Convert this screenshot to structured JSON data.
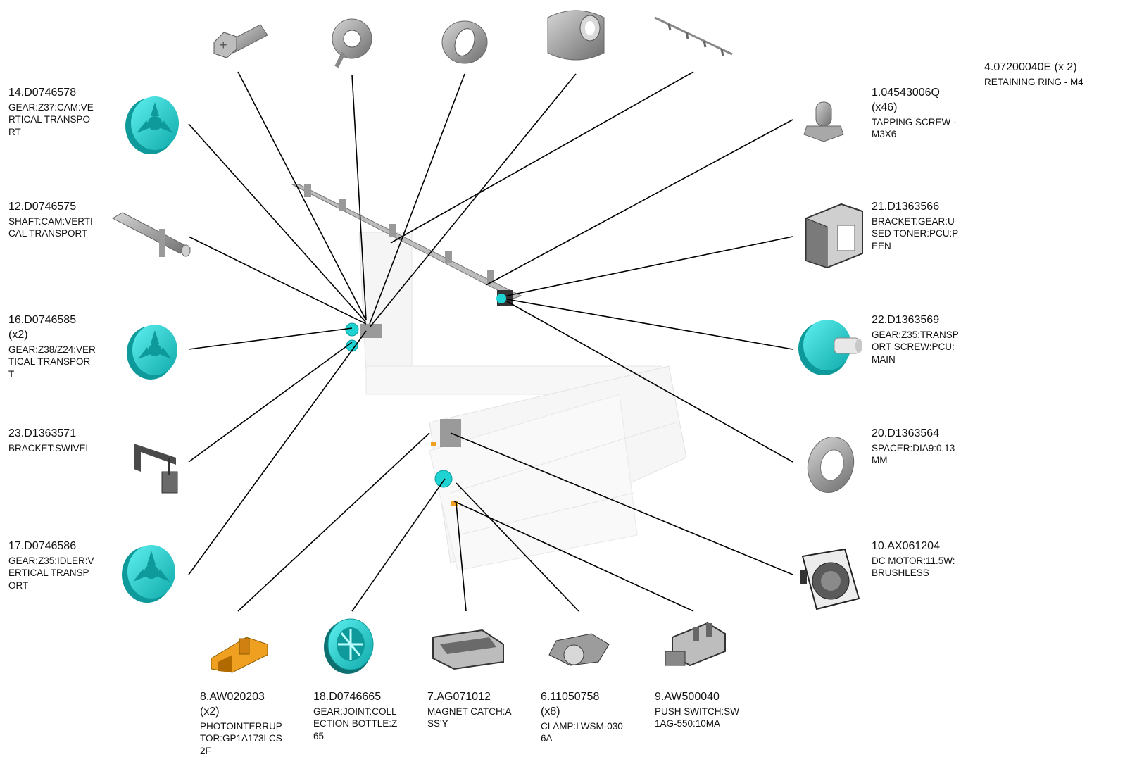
{
  "parts": [
    {
      "key": "p14",
      "number": "14.D0746578",
      "qty": "",
      "desc": "GEAR:Z37:CAM:VE\nRTICAL TRANSPO\nRT"
    },
    {
      "key": "p12",
      "number": "12.D0746575",
      "qty": "",
      "desc": "SHAFT:CAM:VERTI\nCAL TRANSPORT"
    },
    {
      "key": "p16",
      "number": "16.D0746585",
      "qty": "(x2)",
      "desc": "GEAR:Z38/Z24:VER\nTICAL TRANSPOR\nT"
    },
    {
      "key": "p23",
      "number": "23.D1363571",
      "qty": "",
      "desc": "BRACKET:SWIVEL"
    },
    {
      "key": "p17",
      "number": "17.D0746586",
      "qty": "",
      "desc": "GEAR:Z35:IDLER:V\nERTICAL TRANSP\nORT"
    },
    {
      "key": "p1",
      "number": "1.04543006Q",
      "qty": "(x46)",
      "desc": "TAPPING SCREW -\n M3X6"
    },
    {
      "key": "p21",
      "number": "21.D1363566",
      "qty": "",
      "desc": "BRACKET:GEAR:U\nSED TONER:PCU:P\nEEN"
    },
    {
      "key": "p22",
      "number": "22.D1363569",
      "qty": "",
      "desc": "GEAR:Z35:TRANSP\nORT SCREW:PCU:\nMAIN"
    },
    {
      "key": "p20",
      "number": "20.D1363564",
      "qty": "",
      "desc": "SPACER:DIA9:0.13\nMM"
    },
    {
      "key": "p10",
      "number": "10.AX061204",
      "qty": "",
      "desc": "DC MOTOR:11.5W:\nBRUSHLESS"
    },
    {
      "key": "p8",
      "number": "8.AW020203",
      "qty": "(x2)",
      "desc": "PHOTOINTERRUP\nTOR:GP1A173LCS\n2F"
    },
    {
      "key": "p18",
      "number": "18.D0746665",
      "qty": "",
      "desc": "GEAR:JOINT:COLL\nECTION BOTTLE:Z\n65"
    },
    {
      "key": "p7",
      "number": "7.AG071012",
      "qty": "",
      "desc": "MAGNET CATCH:A\nSS'Y"
    },
    {
      "key": "p6",
      "number": "6.11050758",
      "qty": "(x8)",
      "desc": "CLAMP:LWSM-030\n6A"
    },
    {
      "key": "p9",
      "number": "9.AW500040",
      "qty": "",
      "desc": "PUSH SWITCH:SW\n1AG-550:10MA"
    }
  ],
  "retaining": {
    "number": "4.07200040E (x 2)",
    "desc": "RETAINING RING - M4"
  },
  "colors": {
    "gear": "#1fd3d3",
    "gear_dark": "#0e9a9a",
    "metal": "#8a8a8a",
    "orange": "#f0a020",
    "line": "#000000"
  }
}
